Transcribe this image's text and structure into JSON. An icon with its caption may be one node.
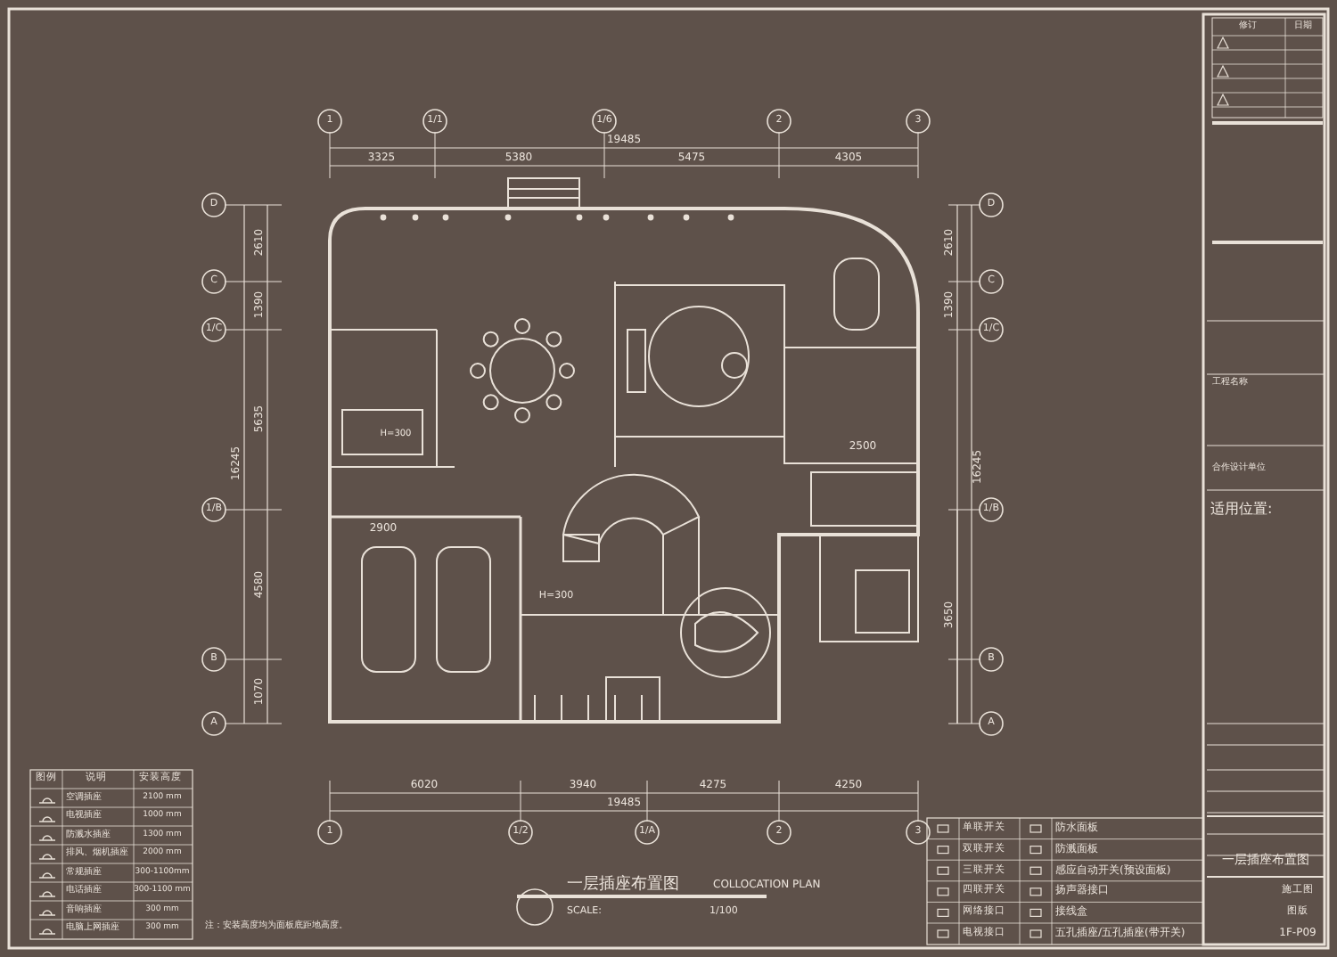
{
  "diagram": {
    "title": "一层插座布置图",
    "labels": [
      "19485",
      "3325",
      "5380",
      "5475",
      "4305",
      "1",
      "1/1",
      "1/6",
      "2",
      "3",
      "1",
      "1/2",
      "1/A",
      "2",
      "3",
      "6020",
      "3940",
      "4275",
      "4250",
      "19485",
      "D",
      "C",
      "1/C",
      "1/B",
      "B",
      "A",
      "2610",
      "1390",
      "5635",
      "4580",
      "1070",
      "16245",
      "D",
      "C",
      "1/C",
      "1/B",
      "B",
      "A",
      "2610",
      "1390",
      "16245",
      "3650",
      "H=300",
      "2900",
      "H=300",
      "2500",
      "COLLOCATION PLAN",
      "SCALE:",
      "1/100",
      "图例",
      "说明",
      "安装高度",
      "空调插座",
      "2100 mm",
      "电视插座",
      "1000 mm",
      "防溅水插座",
      "1300 mm",
      "排风、烟机插座",
      "2000 mm",
      "常规插座",
      "300-1100mm",
      "电话插座",
      "300-1100 mm",
      "音响插座",
      "300 mm",
      "电脑上网插座",
      "300 mm",
      "注：安装高度均为面板底距地高度。",
      "单联开关",
      "防水面板",
      "双联开关",
      "防溅面板",
      "三联开关",
      "感应自动开关(预设面板)",
      "四联开关",
      "扬声器接口",
      "网络接口",
      "接线盒",
      "电视接口",
      "五孔插座/五孔插座(带开关)",
      "修订",
      "日期",
      "工程名称",
      "合作设计单位",
      "适用位置:",
      "一层插座布置图",
      "施工图",
      "图版",
      "1F-P09"
    ]
  }
}
